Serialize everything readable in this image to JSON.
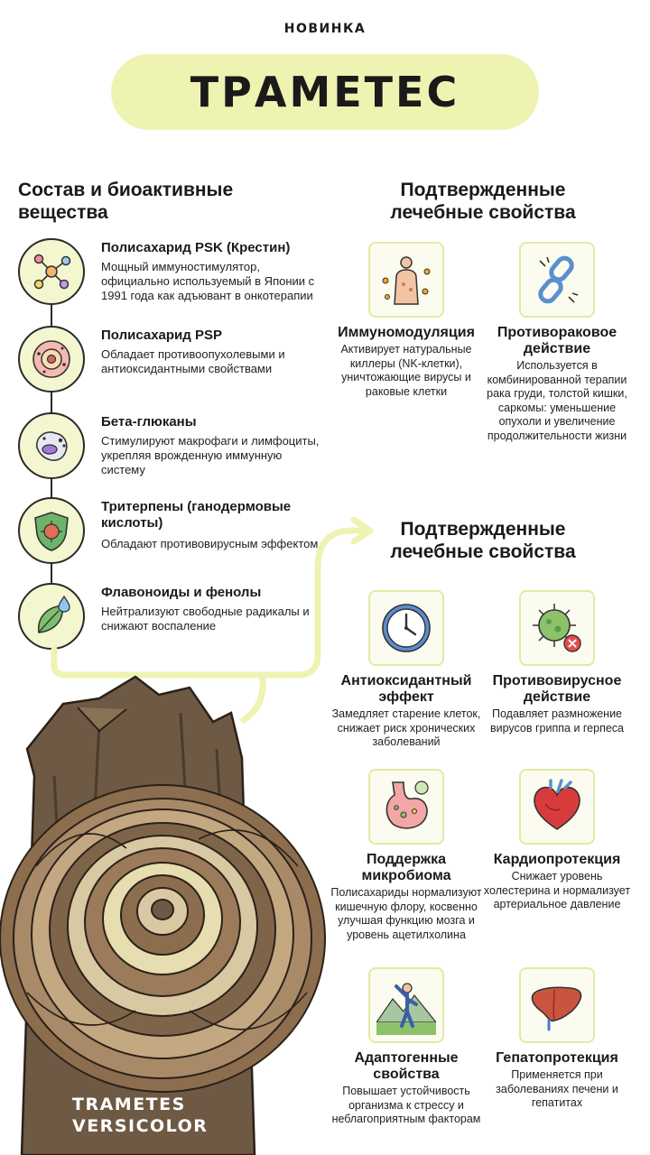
{
  "header": {
    "kicker": "НОВИНКА",
    "title": "ТРАМЕТЕС"
  },
  "composition": {
    "title": "Состав и биоактивные вещества",
    "items": [
      {
        "title": "Полисахарид PSK (Крестин)",
        "desc": "Мощный иммуностимулятор, официально используемый в Японии с 1991 года как адъювант в онкотерапии",
        "icon": "molecule-icon"
      },
      {
        "title": "Полисахарид PSP",
        "desc": "Обладает противоопухолевыми и антиоксидантными свойствами",
        "icon": "cell-icon"
      },
      {
        "title": "Бета-глюканы",
        "desc": "Стимулируют макрофаги и лимфоциты, укрепляя врожденную иммунную систему",
        "icon": "macrophage-icon"
      },
      {
        "title": "Тритерпены (ганодермовые кислоты)",
        "desc": "Обладают противовирусным эффектом",
        "icon": "shield-virus-icon"
      },
      {
        "title": "Флавоноиды и фенолы",
        "desc": "Нейтрализуют свободные радикалы и снижают воспаление",
        "icon": "leaf-drop-icon"
      }
    ]
  },
  "properties1": {
    "title": "Подтвержденные лечебные свойства",
    "items": [
      {
        "title": "Иммуномодуляция",
        "desc": "Активирует натуральные киллеры (NK-клетки), уничтожающие вирусы и раковые клетки",
        "icon": "body-immunity-icon"
      },
      {
        "title": "Противораковое действие",
        "desc": "Используется в комбинированной терапии рака груди, толстой кишки, саркомы: уменьшение опухоли и увеличение продолжительности жизни",
        "icon": "broken-chain-icon"
      }
    ]
  },
  "properties2": {
    "title": "Подтвержденные лечебные свойства",
    "items": [
      {
        "title": "Антиоксидантный эффект",
        "desc": "Замедляет старение клеток, снижает риск хронических заболеваний",
        "icon": "clock-icon"
      },
      {
        "title": "Противовирусное действие",
        "desc": "Подавляет размножение вирусов гриппа и герпеса",
        "icon": "virus-icon"
      },
      {
        "title": "Поддержка микробиома",
        "desc": "Полисахариды нормализуют кишечную флору, косвенно улучшая функцию мозга и уровень ацетилхолина",
        "icon": "stomach-icon"
      },
      {
        "title": "Кардиопротекция",
        "desc": "Снижает уровень холестерина и нормализует артериальное давление",
        "icon": "heart-icon"
      },
      {
        "title": "Адаптогенные свойства",
        "desc": "Повышает устойчивость организма к стрессу и неблагоприятным факторам",
        "icon": "stretching-person-icon"
      },
      {
        "title": "Гепатопротекция",
        "desc": "Применяется при заболеваниях печени и гепатитах",
        "icon": "liver-icon"
      }
    ]
  },
  "mushroom": {
    "latin_line1": "TRAMETES",
    "latin_line2": "VERSICOLOR"
  },
  "colors": {
    "accent": "#eef3b2",
    "icon_bg": "#f3f6cf",
    "dark": "#1a1a1a"
  }
}
